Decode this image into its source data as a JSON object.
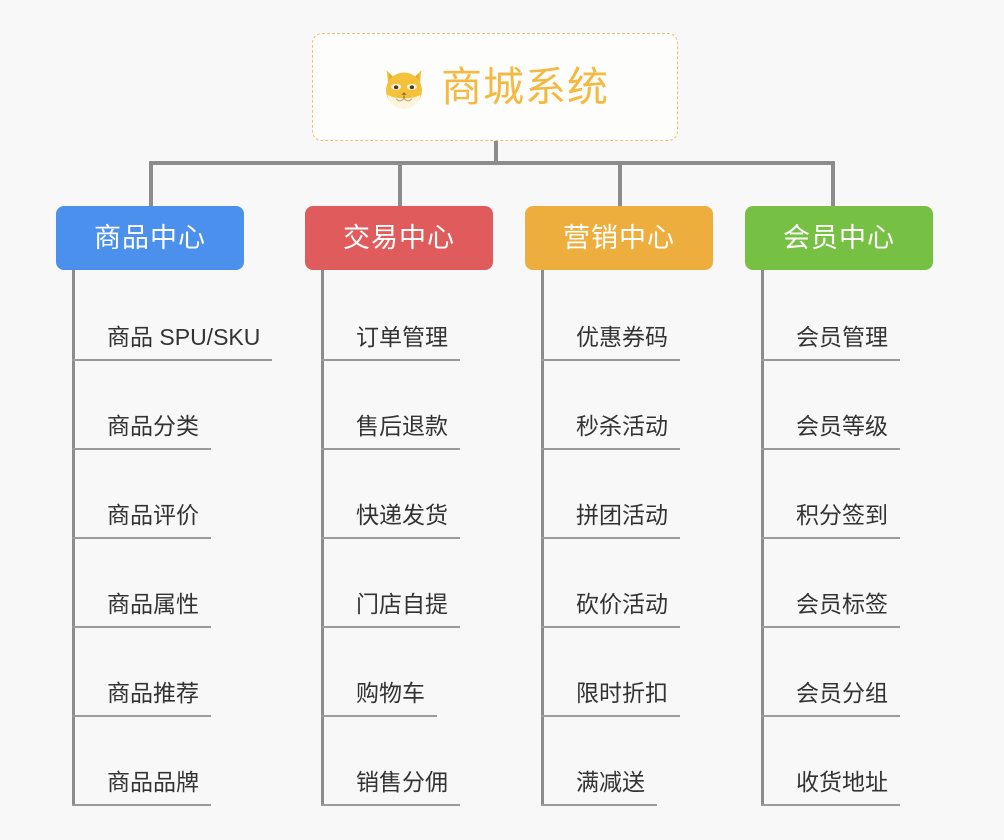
{
  "root": {
    "title": "商城系统",
    "icon": "shiba-dog-face-icon",
    "text_color": "#f5b942",
    "border_color": "#f0c070",
    "background": "#fdfdfc"
  },
  "canvas": {
    "background": "#f8f8f8",
    "connector_color": "#8c8c8c",
    "leaf_rule_color": "#9a9a9a",
    "leaf_text_color": "#333333"
  },
  "columns": [
    {
      "label": "商品中心",
      "color": "#4a90ec",
      "items": [
        "商品 SPU/SKU",
        "商品分类",
        "商品评价",
        "商品属性",
        "商品推荐",
        "商品品牌"
      ]
    },
    {
      "label": "交易中心",
      "color": "#e05c5c",
      "items": [
        "订单管理",
        "售后退款",
        "快递发货",
        "门店自提",
        "购物车",
        "销售分佣"
      ]
    },
    {
      "label": "营销中心",
      "color": "#eeae3e",
      "items": [
        "优惠券码",
        "秒杀活动",
        "拼团活动",
        "砍价活动",
        "限时折扣",
        "满减送"
      ]
    },
    {
      "label": "会员中心",
      "color": "#76c143",
      "items": [
        "会员管理",
        "会员等级",
        "积分签到",
        "会员标签",
        "会员分组",
        "收货地址"
      ]
    }
  ]
}
